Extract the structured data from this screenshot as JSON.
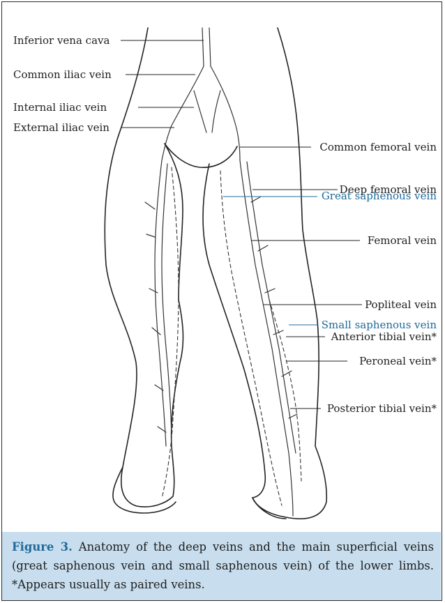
{
  "labels": {
    "inferior_vena_cava": "Inferior vena cava",
    "common_iliac_vein": "Common iliac vein",
    "internal_iliac_vein": "Internal iliac vein",
    "external_iliac_vein": "External iliac vein",
    "common_femoral_vein": "Common femoral vein",
    "deep_femoral_vein": "Deep femoral vein",
    "great_saphenous_vein": "Great saphenous vein",
    "femoral_vein": "Femoral vein",
    "popliteal_vein": "Popliteal vein",
    "small_saphenous_vein": "Small saphenous vein",
    "anterior_tibial_vein": "Anterior tibial vein*",
    "peroneal_vein": "Peroneal vein*",
    "posterior_tibial_vein": "Posterior tibial vein*"
  },
  "caption": {
    "figure_label": "Figure 3.",
    "text": " Anatomy of the deep veins and the main superficial veins (great saphenous vein and small saphenous vein) of the lower limbs. *Appears usually as paired veins."
  },
  "colors": {
    "ink": "#1d1d1d",
    "superficial_label": "#1f6a9a",
    "caption_background": "#c8deee"
  }
}
